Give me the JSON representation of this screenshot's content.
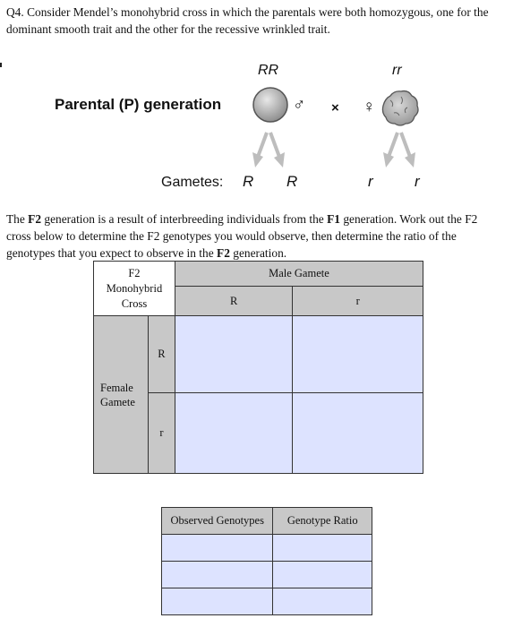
{
  "question": {
    "number": "Q4.",
    "text": "Consider Mendel’s monohybrid cross in which the parentals were both homozygous, one for the dominant smooth trait and the other for the recessive wrinkled trait."
  },
  "figure": {
    "generation_label": "Parental (P) generation",
    "left_genotype": "RR",
    "right_genotype": "rr",
    "male_symbol": "♂",
    "cross_symbol": "×",
    "female_symbol": "♀",
    "gametes_label": "Gametes:",
    "gametes": [
      "R",
      "R",
      "r",
      "r"
    ]
  },
  "instructions": {
    "p1": "The ",
    "b1": "F2",
    "p2": " generation is a result of interbreeding individuals from the ",
    "b2": "F1",
    "p3": " generation. Work out the F2 cross below to determine the F2 genotypes you would observe, then determine the ratio of the genotypes that you expect to observe in the ",
    "b3": "F2",
    "p4": " generation."
  },
  "punnett": {
    "corner_line1": "F2",
    "corner_line2": "Monohybrid",
    "corner_line3": "Cross",
    "male_header": "Male Gamete",
    "male_alleles": [
      "R",
      "r"
    ],
    "female_header_line1": "Female",
    "female_header_line2": "Gamete",
    "female_alleles": [
      "R",
      "r"
    ],
    "cells": [
      "",
      "",
      "",
      ""
    ]
  },
  "results_table": {
    "headers": [
      "Observed Genotypes",
      "Genotype Ratio"
    ],
    "rows": [
      [
        "",
        ""
      ],
      [
        "",
        ""
      ],
      [
        "",
        ""
      ]
    ]
  },
  "colors": {
    "header_gray": "#c8c8c8",
    "cell_blue": "#dde3ff",
    "border": "#333333"
  }
}
